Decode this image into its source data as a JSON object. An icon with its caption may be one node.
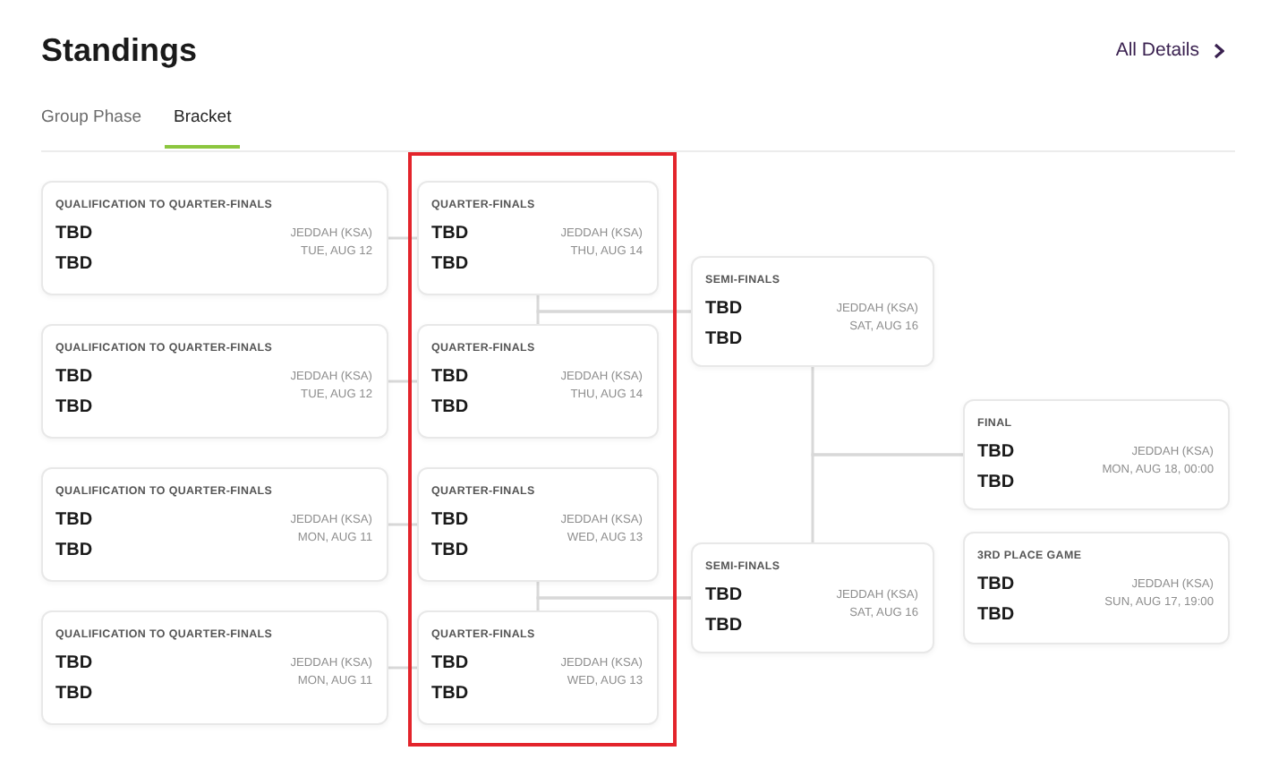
{
  "diagram": {
    "title": "Standings",
    "nodes": [
      {
        "text": [
          "QUALIFICATION TO QUARTER-FINALS",
          "TBD",
          "TBD",
          "JEDDAH (KSA)",
          "TUE, AUG 12"
        ]
      },
      {
        "text": [
          "QUALIFICATION TO QUARTER-FINALS",
          "TBD",
          "TBD",
          "JEDDAH (KSA)",
          "TUE, AUG 12"
        ]
      },
      {
        "text": [
          "QUALIFICATION TO QUARTER-FINALS",
          "TBD",
          "TBD",
          "JEDDAH (KSA)",
          "MON, AUG 11"
        ]
      },
      {
        "text": [
          "QUALIFICATION TO QUARTER-FINALS",
          "TBD",
          "TBD",
          "JEDDAH (KSA)",
          "MON, AUG 11"
        ]
      },
      {
        "text": [],
        "shape": "box"
      },
      {
        "text": [
          "QUARTER-FINALS",
          "TBD",
          "TBD",
          "JEDDAH (KSA)",
          "THU, AUG 14"
        ],
        "in": 4
      },
      {
        "text": [
          "QUARTER-FINALS",
          "TBD",
          "TBD",
          "JEDDAH (KSA)",
          "THU, AUG 14"
        ],
        "in": 4
      },
      {
        "text": [
          "QUARTER-FINALS",
          "TBD",
          "TBD",
          "JEDDAH (KSA)",
          "WED, AUG 13"
        ],
        "in": 4
      },
      {
        "text": [
          "QUARTER-FINALS",
          "TBD",
          "TBD",
          "JEDDAH (KSA)",
          "WED, AUG 13"
        ],
        "in": 4
      },
      {
        "text": [
          "SEMI-FINALS",
          "TBD",
          "TBD",
          "JEDDAH (KSA)",
          "SAT, AUG 16"
        ]
      },
      {
        "text": [
          "SEMI-FINALS",
          "TBD",
          "TBD",
          "JEDDAH (KSA)",
          "SAT, AUG 16"
        ]
      },
      {
        "text": [
          "FINAL",
          "TBD",
          "TBD",
          "JEDDAH (KSA)",
          "MON, AUG 18, 00:00"
        ]
      },
      {
        "text": [
          "3RD PLACE GAME",
          "TBD",
          "TBD",
          "JEDDAH (KSA)",
          "SUN, AUG 17, 19:00"
        ]
      }
    ],
    "edges": [
      {
        "from": 0,
        "to": 5,
        "arrow": "none"
      },
      {
        "from": 1,
        "to": 6,
        "arrow": "none"
      },
      {
        "from": 2,
        "to": 7,
        "arrow": "none"
      },
      {
        "from": 3,
        "to": 8,
        "arrow": "none"
      },
      {
        "from": 5,
        "to": 9,
        "arrow": "none"
      },
      {
        "from": 6,
        "to": 9,
        "arrow": "none"
      },
      {
        "from": 7,
        "to": 10,
        "arrow": "none"
      },
      {
        "from": 8,
        "to": 10,
        "arrow": "none"
      },
      {
        "from": 9,
        "to": 11,
        "arrow": "none"
      },
      {
        "from": 10,
        "to": 11,
        "arrow": "none"
      }
    ],
    "labels": [
      "All Details",
      "Group Phase",
      "Bracket"
    ]
  }
}
